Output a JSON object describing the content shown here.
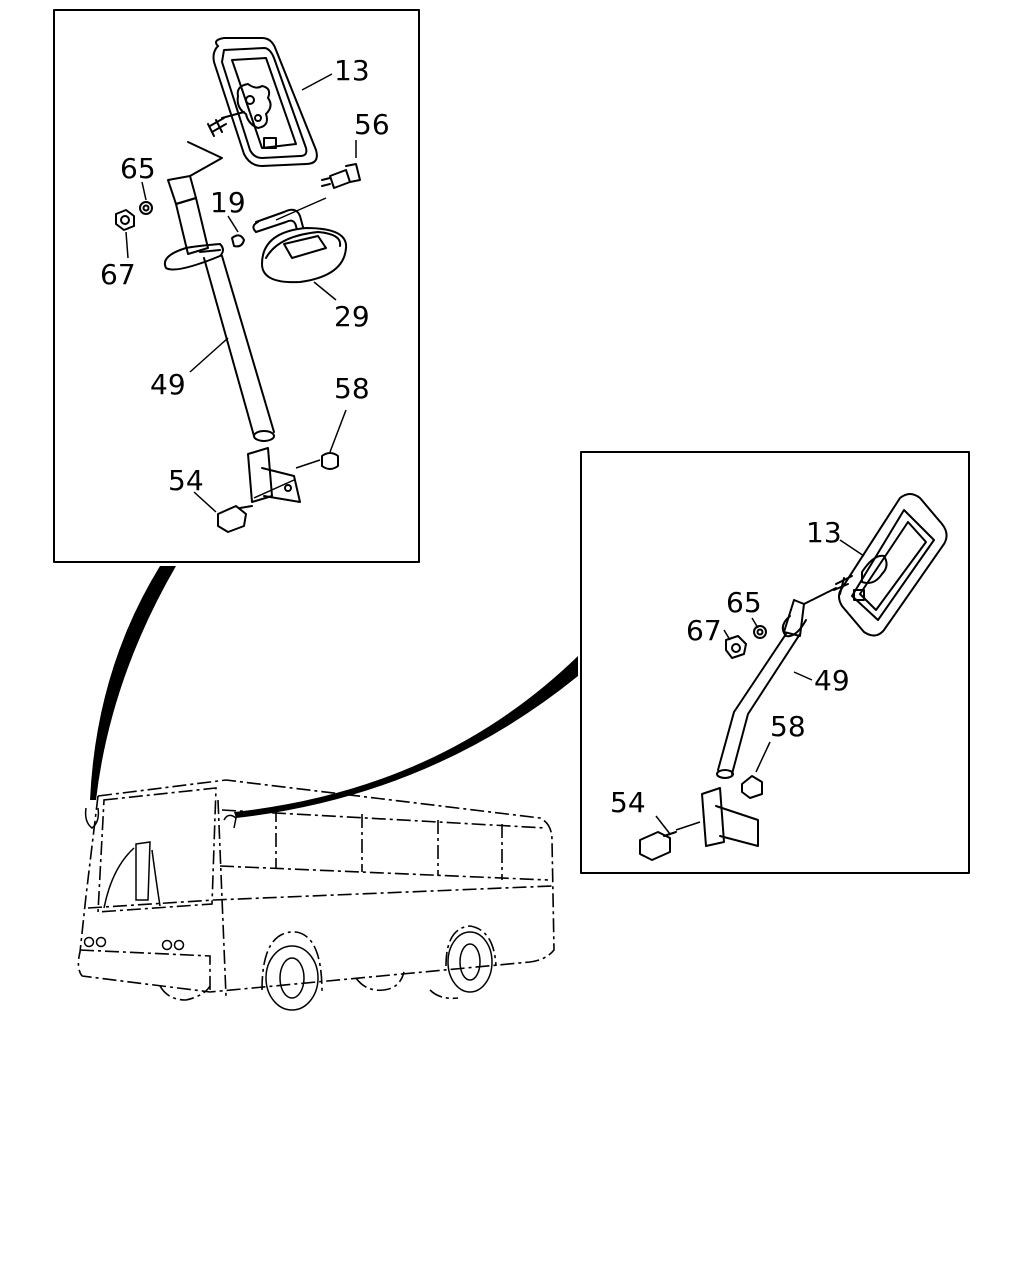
{
  "callouts_left": [
    {
      "id": "c13",
      "label": "13"
    },
    {
      "id": "c56",
      "label": "56"
    },
    {
      "id": "c65",
      "label": "65"
    },
    {
      "id": "c19",
      "label": "19"
    },
    {
      "id": "c67",
      "label": "67"
    },
    {
      "id": "c29",
      "label": "29"
    },
    {
      "id": "c49",
      "label": "49"
    },
    {
      "id": "c58",
      "label": "58"
    },
    {
      "id": "c54",
      "label": "54"
    }
  ],
  "callouts_right": [
    {
      "id": "r13",
      "label": "13"
    },
    {
      "id": "r65",
      "label": "65"
    },
    {
      "id": "r67",
      "label": "67"
    },
    {
      "id": "r49",
      "label": "49"
    },
    {
      "id": "r58",
      "label": "58"
    },
    {
      "id": "r54",
      "label": "54"
    }
  ]
}
